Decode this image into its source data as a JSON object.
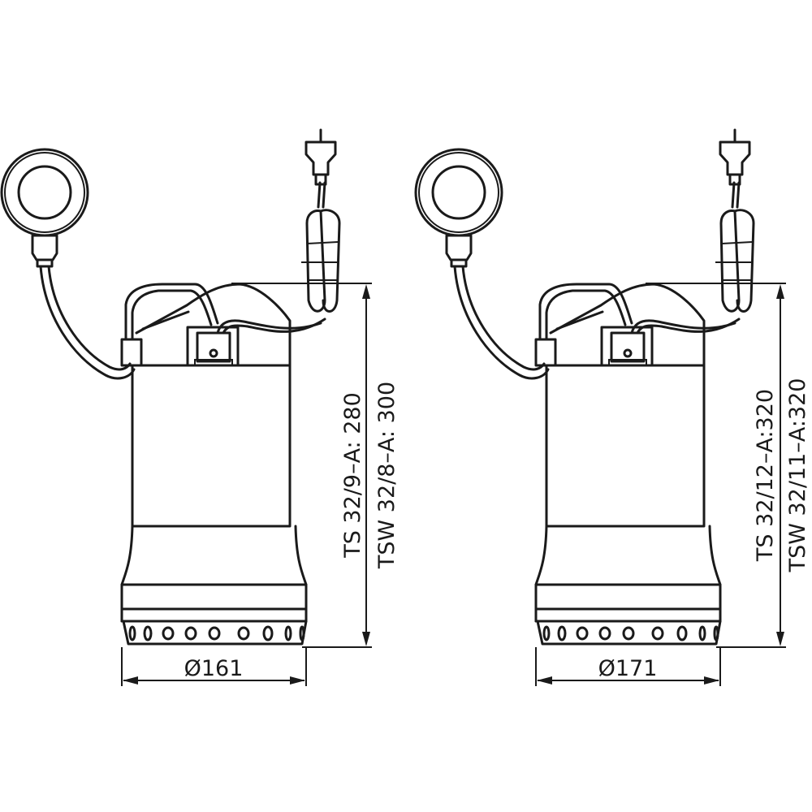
{
  "pumps": [
    {
      "diameter_label": "Ø161",
      "height_labels": [
        "TS 32/9–A: 280",
        "TSW 32/8–A: 300"
      ]
    },
    {
      "diameter_label": "Ø171",
      "height_labels": [
        "TS 32/12–A:320",
        "TSW 32/11–A:320"
      ]
    }
  ],
  "colors": {
    "line": "#1a1a1a",
    "background": "#ffffff"
  }
}
